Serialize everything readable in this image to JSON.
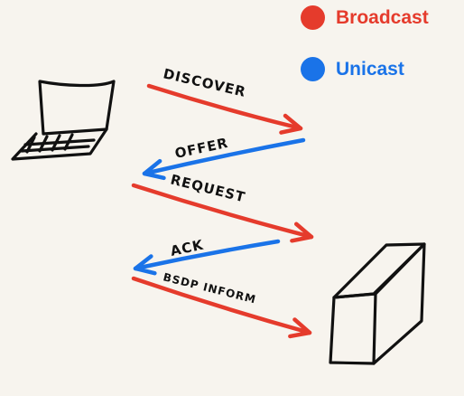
{
  "legend": {
    "broadcast": {
      "label": "Broadcast",
      "color": "#e53b2c"
    },
    "unicast": {
      "label": "Unicast",
      "color": "#1a73e8"
    }
  },
  "messages": [
    {
      "label": "DISCOVER",
      "type": "broadcast",
      "direction": "client-to-server"
    },
    {
      "label": "OFFER",
      "type": "unicast",
      "direction": "server-to-client"
    },
    {
      "label": "REQUEST",
      "type": "broadcast",
      "direction": "client-to-server"
    },
    {
      "label": "ACK",
      "type": "unicast",
      "direction": "server-to-client"
    },
    {
      "label": "BSDP INFORM",
      "type": "broadcast",
      "direction": "client-to-server"
    }
  ],
  "icons": {
    "client": "laptop-icon",
    "server": "server-box-icon"
  }
}
